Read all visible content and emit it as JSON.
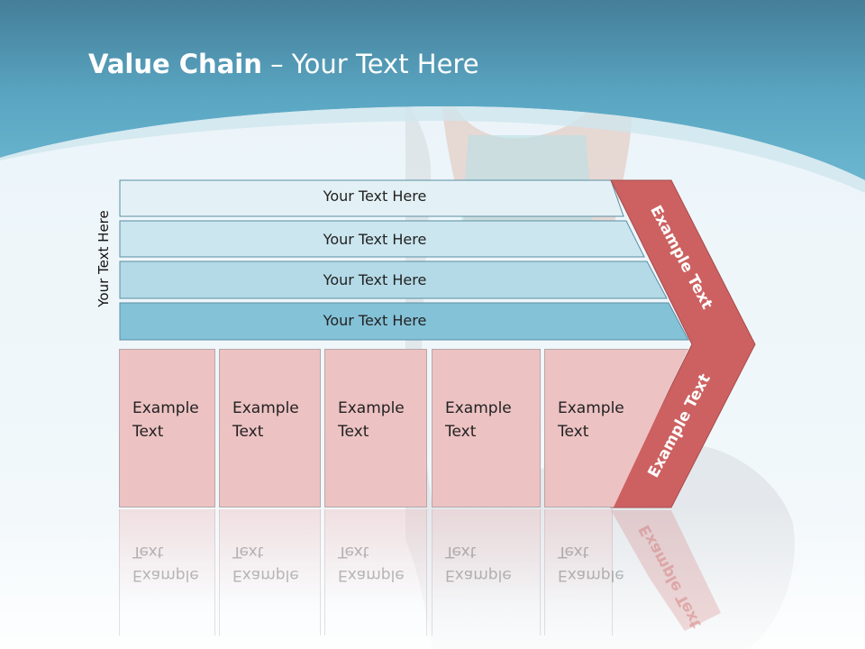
{
  "slide": {
    "title_bold": "Value Chain",
    "title_rest": " – Your Text Here",
    "side_label": "Your Text Here",
    "rows": [
      {
        "label": "Your Text Here"
      },
      {
        "label": "Your Text Here"
      },
      {
        "label": "Your Text Here"
      },
      {
        "label": "Your Text Here"
      }
    ],
    "boxes": [
      {
        "text": "Example\nText"
      },
      {
        "text": "Example\nText"
      },
      {
        "text": "Example\nText"
      },
      {
        "text": "Example\nText"
      },
      {
        "text": "Example\nText"
      }
    ],
    "chevron_top": "Example Text",
    "chevron_bottom": "Example Text"
  },
  "colors": {
    "header": "#4d9cb6",
    "row_1": "#e3f1f6",
    "row_2": "#cbe6ef",
    "row_3": "#b4dae7",
    "row_4": "#84c2d8",
    "box": "#edc2c3",
    "chevron": "#cd6161"
  }
}
